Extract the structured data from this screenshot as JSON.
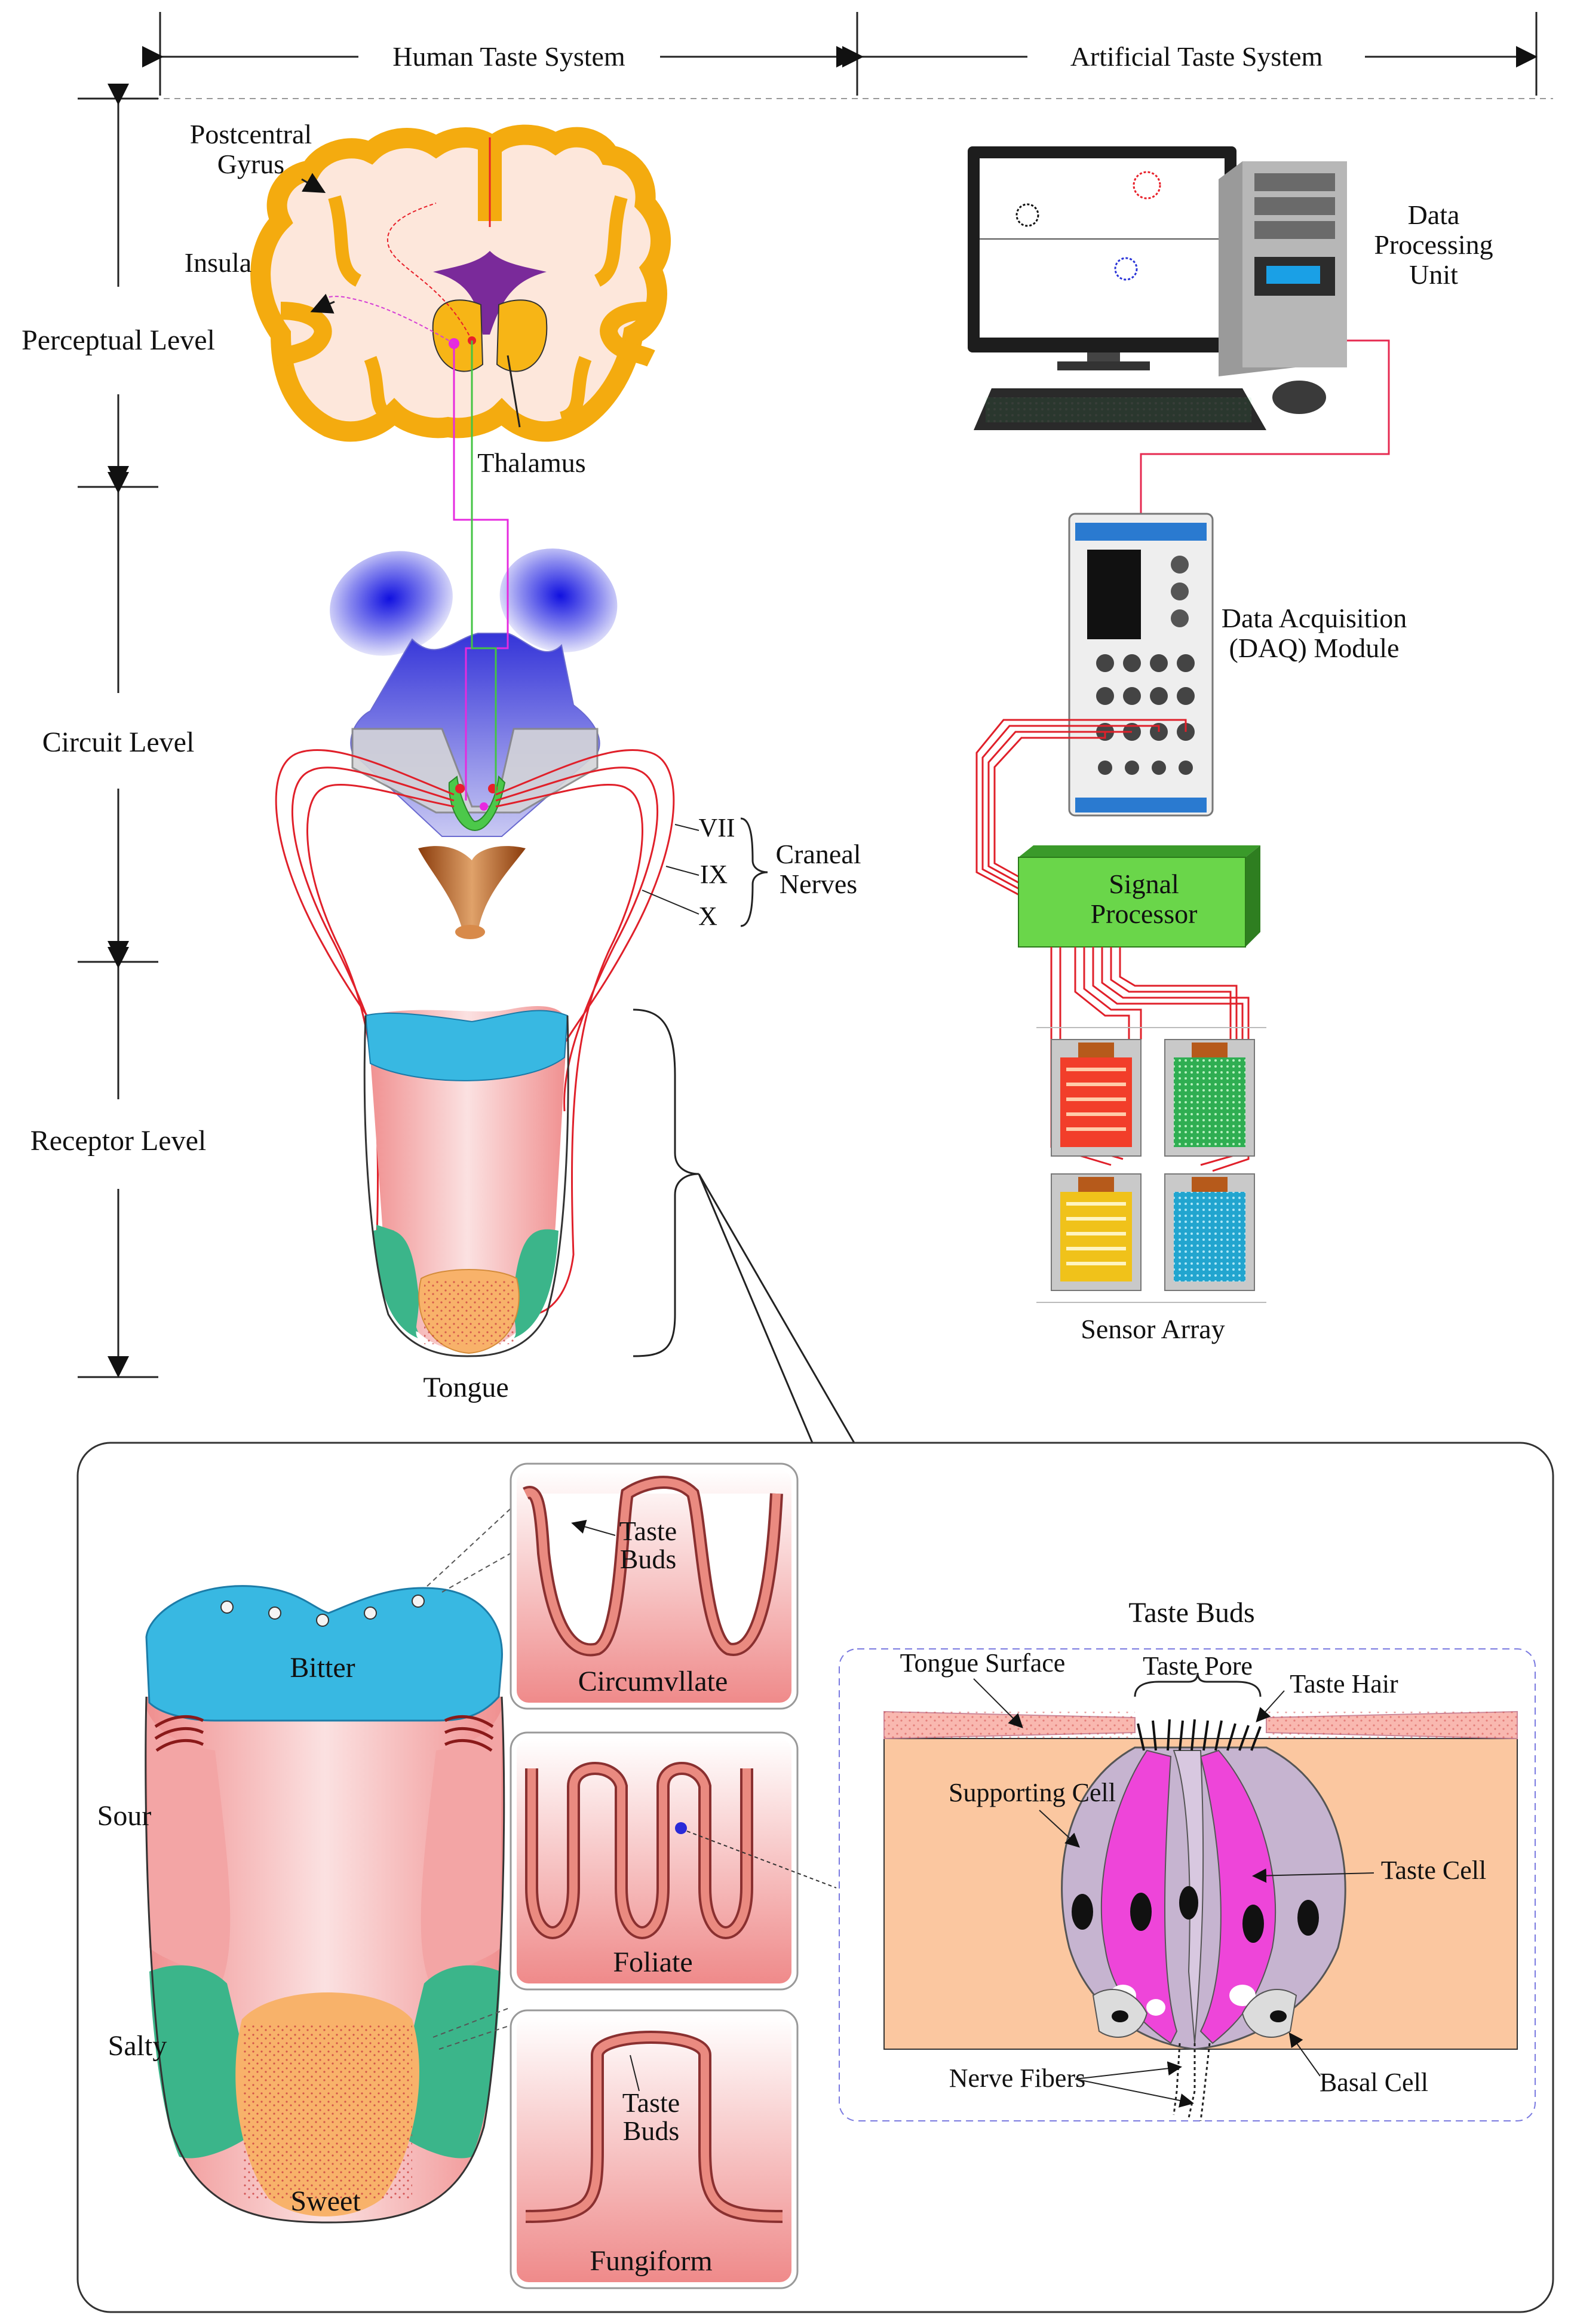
{
  "header": {
    "human": "Human Taste System",
    "artificial": "Artificial Taste System"
  },
  "levels": {
    "perceptual": "Perceptual Level",
    "circuit": "Circuit Level",
    "receptor": "Receptor Level"
  },
  "brain": {
    "postcentral_line1": "Postcentral",
    "postcentral_line2": "Gyrus",
    "insula": "Insula",
    "thalamus": "Thalamus"
  },
  "nerves": {
    "vii": "VII",
    "ix": "IX",
    "x": "X",
    "cranial_line1": "Craneal",
    "cranial_line2": "Nerves"
  },
  "tongue_label": "Tongue",
  "artificial": {
    "dpu_line1": "Data",
    "dpu_line2": "Processing",
    "dpu_line3": "Unit",
    "daq_line1": "Data Acquisition",
    "daq_line2": "(DAQ) Module",
    "sp_line1": "Signal",
    "sp_line2": "Processor",
    "sensor_array": "Sensor Array"
  },
  "detail": {
    "bitter": "Bitter",
    "sour": "Sour",
    "salty": "Salty",
    "sweet": "Sweet",
    "taste_buds_line1": "Taste",
    "taste_buds_line2": "Buds",
    "circumvallate": "Circumvllate",
    "foliate": "Foliate",
    "fungiform": "Fungiform",
    "taste_buds_title": "Taste Buds",
    "tongue_surface": "Tongue Surface",
    "taste_pore": "Taste Pore",
    "taste_hair": "Taste Hair",
    "supporting_cell": "Supporting Cell",
    "taste_cell": "Taste Cell",
    "nerve_fibers": "Nerve Fibers",
    "basal_cell": "Basal Cell"
  },
  "colors": {
    "brain": "#f7b516",
    "thalamus_purple": "#7a2a9a",
    "brainstem_blue": "#3b3bd6",
    "nerve_red": "#e0202a",
    "bitter_zone": "#38b8e2",
    "sour_zone": "#f3a5a5",
    "salty_zone": "#3bb58a",
    "sweet_zone": "#f8b26a",
    "signal_processor": "#6ad64a",
    "taste_cell": "#ee45d9",
    "supporting_cell": "#c6b4d0",
    "tissue": "#fbc7a0"
  }
}
